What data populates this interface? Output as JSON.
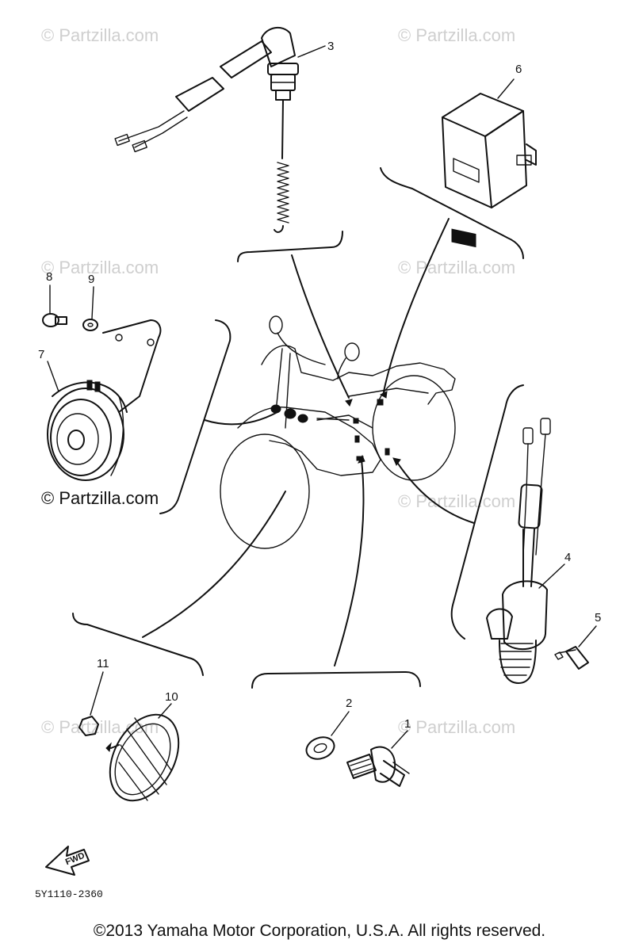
{
  "watermarks": [
    "© Partzilla.com",
    "© Partzilla.com",
    "© Partzilla.com",
    "© Partzilla.com",
    "© Partzilla.com",
    "© Partzilla.com",
    "© Partzilla.com"
  ],
  "main_watermark": "© Partzilla.com",
  "callouts": [
    "1",
    "2",
    "3",
    "4",
    "5",
    "6",
    "7",
    "8",
    "9",
    "10",
    "11"
  ],
  "fwd_label": "FWD",
  "diagram_code": "5Y1110-2360",
  "copyright": "©2013 Yamaha Motor Corporation, U.S.A. All rights reserved."
}
